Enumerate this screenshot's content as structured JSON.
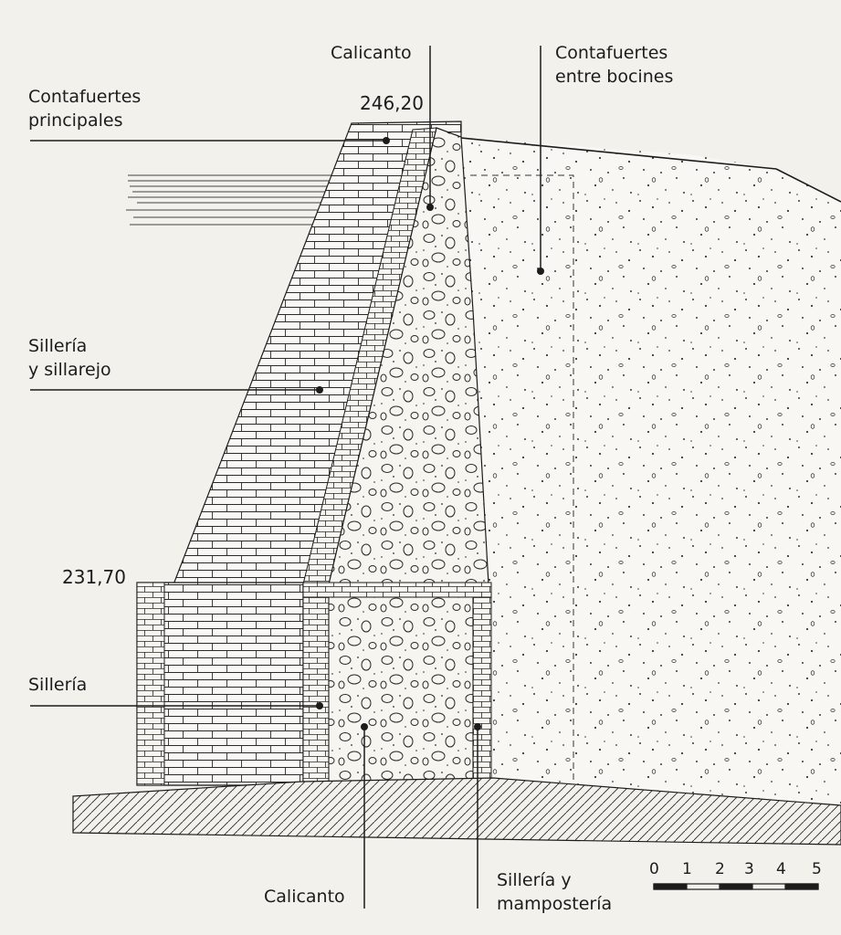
{
  "labels": {
    "calicanto_top": "Calicanto",
    "contrafuertes_principales": [
      "Contafuertes",
      "principales"
    ],
    "contrafuertes_bocines": [
      "Contafuertes",
      "entre bocines"
    ],
    "silleria_sillarejo": [
      "Sillería",
      "y sillarejo"
    ],
    "silleria": "Sillería",
    "calicanto_bottom": "Calicanto",
    "silleria_mamposteria": [
      "Sillería y",
      "mampostería"
    ]
  },
  "elevations": {
    "top": "246,20",
    "step": "231,70"
  },
  "scale": {
    "ticks": [
      "0",
      "1",
      "2",
      "3",
      "4",
      "5"
    ]
  },
  "colors": {
    "background": "#f3f1ec",
    "ink": "#1c1c1c",
    "fill_light": "#f8f7f3"
  }
}
